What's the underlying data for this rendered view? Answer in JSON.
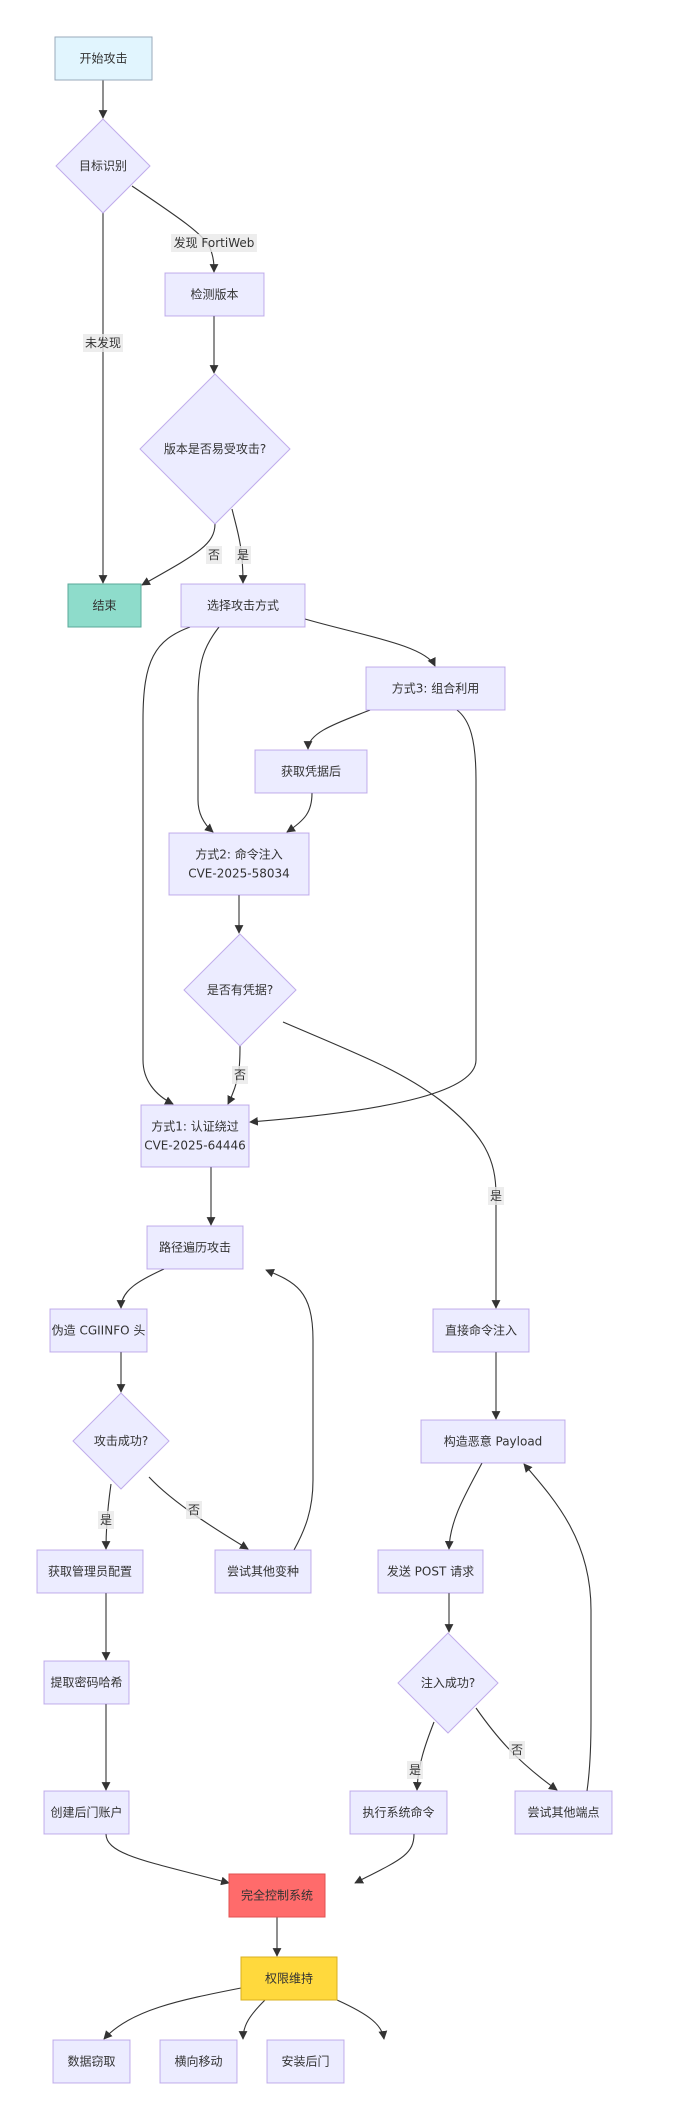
{
  "diagram": {
    "type": "flowchart",
    "nodes": [
      {
        "id": "start",
        "label": [
          "开始攻击"
        ],
        "shape": "rect",
        "fill": "#E1F5FE"
      },
      {
        "id": "identify",
        "label": [
          "目标识别"
        ],
        "shape": "diamond"
      },
      {
        "id": "end",
        "label": [
          "结束"
        ],
        "shape": "rect",
        "fill": "#8EDCCB"
      },
      {
        "id": "checkver",
        "label": [
          "检测版本"
        ],
        "shape": "rect"
      },
      {
        "id": "vulnq",
        "label": [
          "版本是否易受攻击?"
        ],
        "shape": "diamond"
      },
      {
        "id": "choose",
        "label": [
          "选择攻击方式"
        ],
        "shape": "rect"
      },
      {
        "id": "m3",
        "label": [
          "方式3: 组合利用"
        ],
        "shape": "rect"
      },
      {
        "id": "getcred",
        "label": [
          "获取凭据后"
        ],
        "shape": "rect"
      },
      {
        "id": "m2",
        "label": [
          "方式2: 命令注入",
          "CVE-2025-58034"
        ],
        "shape": "rect"
      },
      {
        "id": "credq",
        "label": [
          "是否有凭据?"
        ],
        "shape": "diamond"
      },
      {
        "id": "m1",
        "label": [
          "方式1: 认证绕过",
          "CVE-2025-64446"
        ],
        "shape": "rect"
      },
      {
        "id": "path",
        "label": [
          "路径遍历攻击"
        ],
        "shape": "rect"
      },
      {
        "id": "forge",
        "label": [
          "伪造 CGIINFO 头"
        ],
        "shape": "rect"
      },
      {
        "id": "atkq",
        "label": [
          "攻击成功?"
        ],
        "shape": "diamond"
      },
      {
        "id": "admincfg",
        "label": [
          "获取管理员配置"
        ],
        "shape": "rect"
      },
      {
        "id": "variant",
        "label": [
          "尝试其他变种"
        ],
        "shape": "rect"
      },
      {
        "id": "hash",
        "label": [
          "提取密码哈希"
        ],
        "shape": "rect"
      },
      {
        "id": "backdoor",
        "label": [
          "创建后门账户"
        ],
        "shape": "rect"
      },
      {
        "id": "directinj",
        "label": [
          "直接命令注入"
        ],
        "shape": "rect"
      },
      {
        "id": "payload",
        "label": [
          "构造恶意 Payload"
        ],
        "shape": "rect"
      },
      {
        "id": "post",
        "label": [
          "发送 POST 请求"
        ],
        "shape": "rect"
      },
      {
        "id": "injq",
        "label": [
          "注入成功?"
        ],
        "shape": "diamond"
      },
      {
        "id": "exec",
        "label": [
          "执行系统命令"
        ],
        "shape": "rect"
      },
      {
        "id": "endpoint",
        "label": [
          "尝试其他端点"
        ],
        "shape": "rect"
      },
      {
        "id": "control",
        "label": [
          "完全控制系统"
        ],
        "shape": "rect",
        "fill": "#FF6B6B"
      },
      {
        "id": "persist",
        "label": [
          "权限维持"
        ],
        "shape": "rect",
        "fill": "#FFD93D"
      },
      {
        "id": "exfil",
        "label": [
          "数据窃取"
        ],
        "shape": "rect"
      },
      {
        "id": "lateral",
        "label": [
          "横向移动"
        ],
        "shape": "rect"
      },
      {
        "id": "installbd",
        "label": [
          "安装后门"
        ],
        "shape": "rect"
      }
    ],
    "edges": [
      {
        "from": "start",
        "to": "identify",
        "label": ""
      },
      {
        "from": "identify",
        "to": "checkver",
        "label": "发现 FortiWeb"
      },
      {
        "from": "identify",
        "to": "end",
        "label": "未发现"
      },
      {
        "from": "checkver",
        "to": "vulnq",
        "label": ""
      },
      {
        "from": "vulnq",
        "to": "end",
        "label": "否"
      },
      {
        "from": "vulnq",
        "to": "choose",
        "label": "是"
      },
      {
        "from": "choose",
        "to": "m1",
        "label": ""
      },
      {
        "from": "choose",
        "to": "m2",
        "label": ""
      },
      {
        "from": "choose",
        "to": "m3",
        "label": ""
      },
      {
        "from": "m3",
        "to": "getcred",
        "label": ""
      },
      {
        "from": "getcred",
        "to": "m2",
        "label": ""
      },
      {
        "from": "m3",
        "to": "m1",
        "label": ""
      },
      {
        "from": "m2",
        "to": "credq",
        "label": ""
      },
      {
        "from": "credq",
        "to": "m1",
        "label": "否"
      },
      {
        "from": "credq",
        "to": "directinj",
        "label": "是"
      },
      {
        "from": "m1",
        "to": "path",
        "label": ""
      },
      {
        "from": "path",
        "to": "forge",
        "label": ""
      },
      {
        "from": "forge",
        "to": "atkq",
        "label": ""
      },
      {
        "from": "atkq",
        "to": "admincfg",
        "label": "是"
      },
      {
        "from": "atkq",
        "to": "variant",
        "label": "否"
      },
      {
        "from": "variant",
        "to": "path",
        "label": ""
      },
      {
        "from": "admincfg",
        "to": "hash",
        "label": ""
      },
      {
        "from": "hash",
        "to": "backdoor",
        "label": ""
      },
      {
        "from": "directinj",
        "to": "payload",
        "label": ""
      },
      {
        "from": "payload",
        "to": "post",
        "label": ""
      },
      {
        "from": "post",
        "to": "injq",
        "label": ""
      },
      {
        "from": "injq",
        "to": "exec",
        "label": "是"
      },
      {
        "from": "injq",
        "to": "endpoint",
        "label": "否"
      },
      {
        "from": "endpoint",
        "to": "payload",
        "label": ""
      },
      {
        "from": "backdoor",
        "to": "control",
        "label": ""
      },
      {
        "from": "exec",
        "to": "control",
        "label": ""
      },
      {
        "from": "control",
        "to": "persist",
        "label": ""
      },
      {
        "from": "persist",
        "to": "exfil",
        "label": ""
      },
      {
        "from": "persist",
        "to": "lateral",
        "label": ""
      },
      {
        "from": "persist",
        "to": "installbd",
        "label": ""
      }
    ]
  }
}
